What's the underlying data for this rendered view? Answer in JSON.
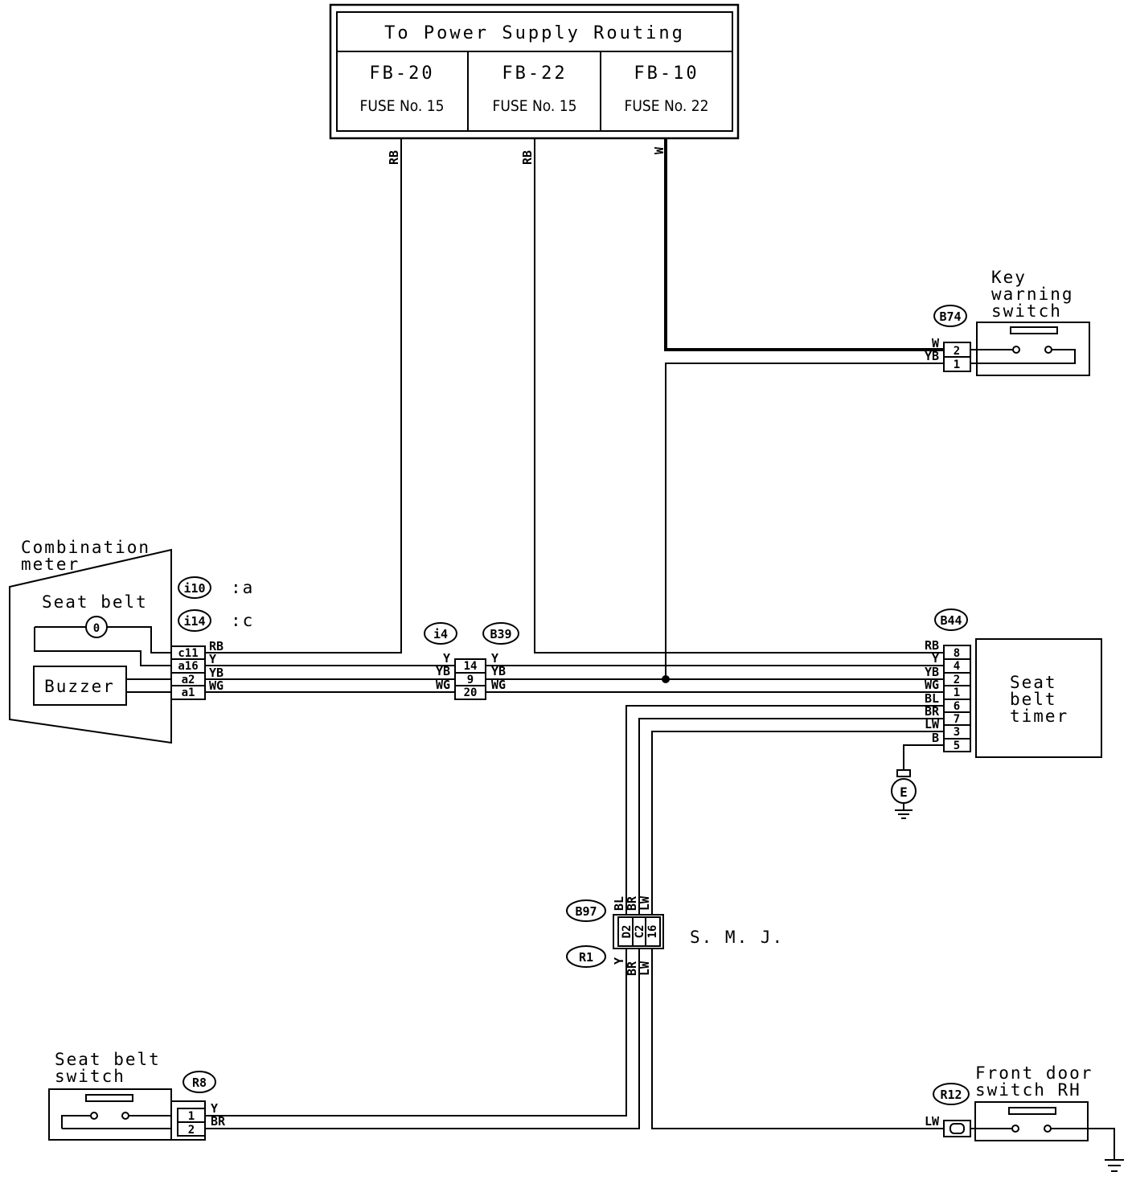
{
  "power": {
    "title": "To Power Supply Routing",
    "fuses": [
      {
        "id": "FB-20",
        "fuse": "FUSE No. 15"
      },
      {
        "id": "FB-22",
        "fuse": "FUSE No. 15"
      },
      {
        "id": "FB-10",
        "fuse": "FUSE No. 22"
      }
    ],
    "wires": [
      "RB",
      "RB",
      "W"
    ]
  },
  "key_switch": {
    "title_lines": [
      "Key",
      "warning",
      "switch"
    ],
    "connector": "B74",
    "pins": [
      "2",
      "1"
    ],
    "wires": [
      "W",
      "YB"
    ]
  },
  "combo_meter": {
    "title_lines": [
      "Combination",
      "meter"
    ],
    "seat_belt": "Seat belt",
    "buzzer": "Buzzer",
    "lamp": "0",
    "connectors": [
      {
        "name": "i10",
        "suffix": ":a"
      },
      {
        "name": "i14",
        "suffix": ":c"
      }
    ],
    "pins": [
      "c11",
      "a16",
      "a2",
      "a1"
    ],
    "wires": [
      "RB",
      "Y",
      "YB",
      "WG"
    ]
  },
  "joint": {
    "left_connector": "i4",
    "right_connector": "B39",
    "pins": [
      "14",
      "9",
      "20"
    ],
    "left_wires": [
      "Y",
      "YB",
      "WG"
    ],
    "right_wires": [
      "Y",
      "YB",
      "WG"
    ]
  },
  "timer": {
    "title_lines": [
      "Seat",
      "belt",
      "timer"
    ],
    "connector": "B44",
    "pins": [
      "8",
      "4",
      "2",
      "1",
      "6",
      "7",
      "3",
      "5"
    ],
    "wires": [
      "RB",
      "Y",
      "YB",
      "WG",
      "BL",
      "BR",
      "LW",
      "B"
    ],
    "ground": "E"
  },
  "smj": {
    "label": "S. M. J.",
    "top_connector": "B97",
    "bottom_connector": "R1",
    "pins": [
      "D2",
      "C2",
      "16"
    ],
    "top_wires": [
      "BL",
      "BR",
      "LW"
    ],
    "bottom_wires": [
      "Y",
      "BR",
      "LW"
    ]
  },
  "seat_switch": {
    "title_lines": [
      "Seat belt",
      "switch"
    ],
    "connector": "R8",
    "pins": [
      "1",
      "2"
    ],
    "wires": [
      "Y",
      "BR"
    ]
  },
  "door_switch": {
    "title_lines": [
      "Front door",
      "switch RH"
    ],
    "connector": "R12",
    "wires": [
      "LW"
    ]
  }
}
